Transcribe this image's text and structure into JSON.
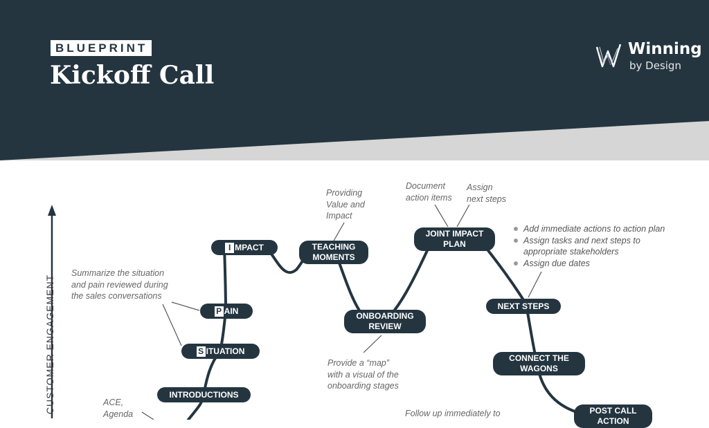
{
  "header": {
    "tag": "BLUEPRINT",
    "title": "Kickoff Call",
    "logo": {
      "brand": "Winning",
      "sub": "by Design",
      "icon": "w-logo-icon"
    }
  },
  "colors": {
    "navy": "#243540",
    "band": "#d6d6d6",
    "note": "#666666"
  },
  "axis": {
    "y_label": "CUSTOMER ENGAGEMENT"
  },
  "nodes": {
    "impact": {
      "letter": "I",
      "rest": "MPACT"
    },
    "pain": {
      "letter": "P",
      "rest": "AIN"
    },
    "situation": {
      "letter": "S",
      "rest": "ITUATION"
    },
    "introductions": "INTRODUCTIONS",
    "teaching_moments": {
      "line1": "TEACHING",
      "line2": "MOMENTS"
    },
    "onboarding_review": {
      "line1": "ONBOARDING",
      "line2": "REVIEW"
    },
    "joint_impact_plan": {
      "line1": "JOINT IMPACT",
      "line2": "PLAN"
    },
    "next_steps": "NEXT STEPS",
    "connect_wagons": {
      "line1": "CONNECT THE",
      "line2": "WAGONS"
    },
    "post_call": {
      "line1": "POST CALL",
      "line2": "ACTION"
    }
  },
  "notes": {
    "providing_value": "Providing\nValue and\nImpact",
    "document_items": "Document\naction items",
    "assign_steps": "Assign\nnext steps",
    "summarize": "Summarize the situation\nand pain reviewed during\nthe sales conversations",
    "provide_map": "Provide a “map”\nwith a visual of the\nonboarding stages",
    "ace_agenda": "ACE,\nAgenda",
    "follow_up": "Follow up immediately to"
  },
  "bullets": [
    "Add immediate actions to action plan",
    "Assign tasks and next steps to appropriate stakeholders",
    "Assign due dates"
  ]
}
